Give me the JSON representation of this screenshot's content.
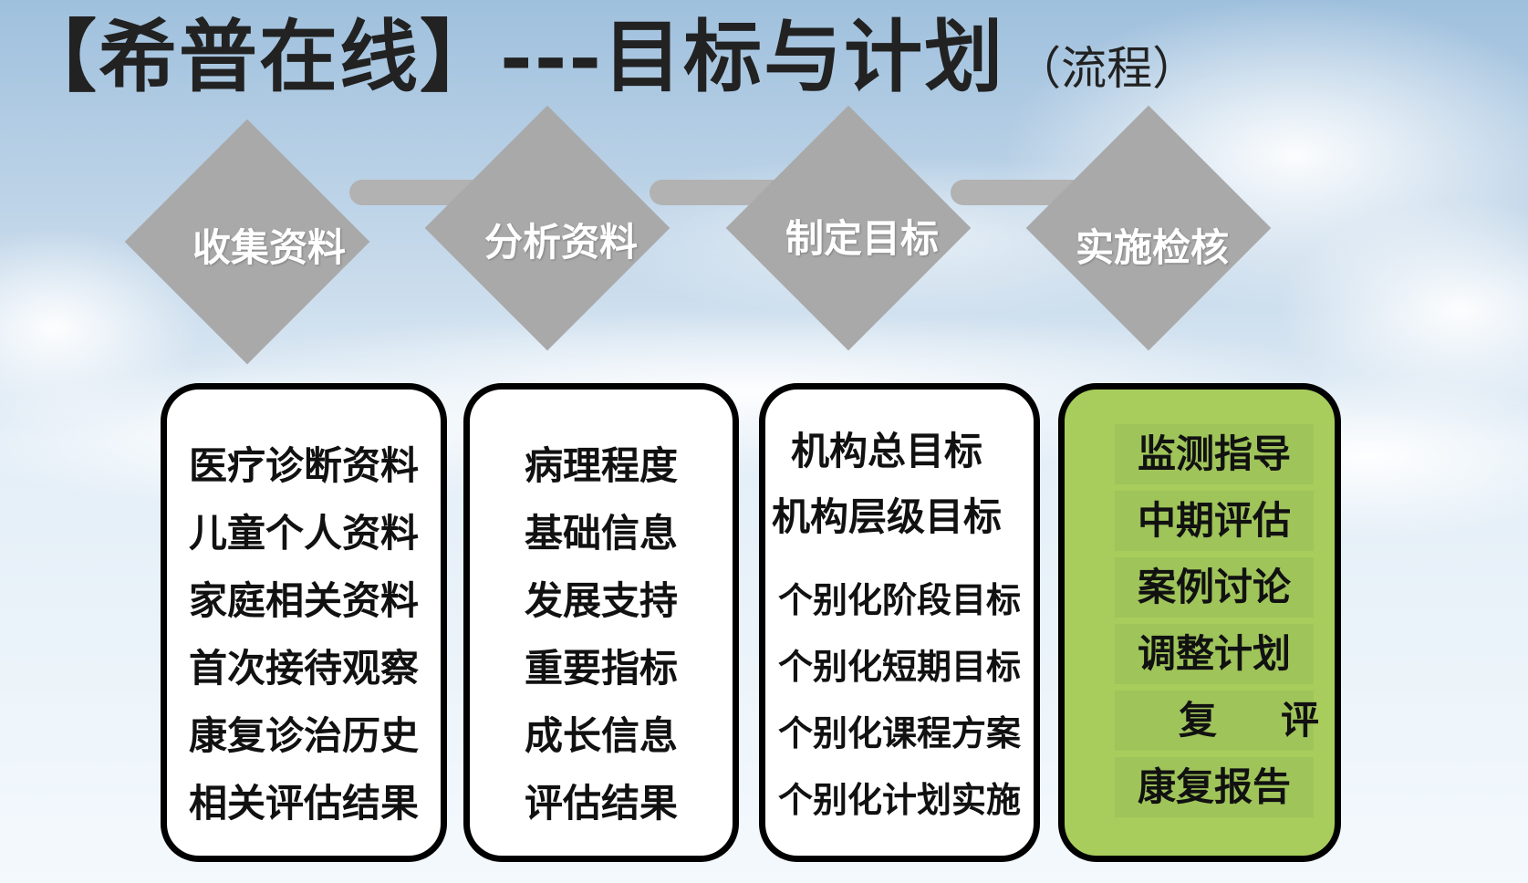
{
  "title": {
    "main": "【希普在线】---目标与计划",
    "sub": "（流程）"
  },
  "steps": [
    {
      "label": "收集资料"
    },
    {
      "label": "分析资料"
    },
    {
      "label": "制定目标"
    },
    {
      "label": "实施检核"
    }
  ],
  "columns": [
    {
      "items": [
        "医疗诊断资料",
        "儿童个人资料",
        "家庭相关资料",
        "首次接待观察",
        "康复诊治历史",
        "相关评估结果"
      ]
    },
    {
      "items": [
        "病理程度",
        "基础信息",
        "发展支持",
        "重要指标",
        "成长信息",
        "评估结果"
      ]
    },
    {
      "items": [
        "机构总目标",
        "机构层级目标",
        "个别化阶段目标",
        "个别化短期目标",
        "个别化课程方案",
        "个别化计划实施"
      ]
    },
    {
      "items": [
        "监测指导",
        "中期评估",
        "案例讨论",
        "调整计划",
        "复评",
        "康复报告"
      ]
    }
  ],
  "colors": {
    "diamond": "#a9a9a9",
    "connector": "#b2b2b2",
    "highlight_box": "#a8cd5c",
    "highlight_item": "#9fc45a",
    "border": "#000000"
  }
}
